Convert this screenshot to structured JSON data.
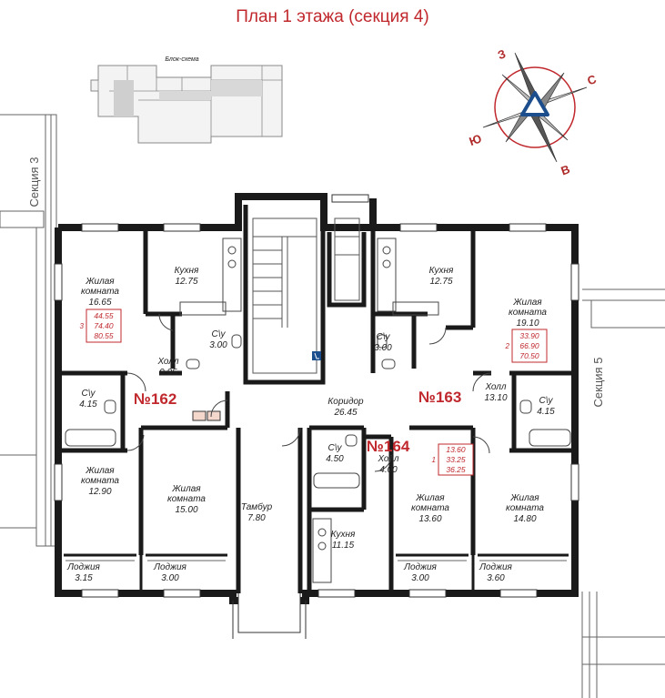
{
  "title": "План 1 этажа (секция 4)",
  "block_scheme": {
    "title": "Блок-схема"
  },
  "compass": {
    "n": "С",
    "s": "Ю",
    "w": "З",
    "e": "В"
  },
  "sections": {
    "left": "Секция 3",
    "right": "Секция 5"
  },
  "apartments": {
    "a162": {
      "number": "№162",
      "totals": [
        "44.55",
        "74.40",
        "80.55"
      ],
      "rooms_count": "3"
    },
    "a163": {
      "number": "№163",
      "totals": [
        "33.90",
        "66.90",
        "70.50"
      ],
      "rooms_count": "2"
    },
    "a164": {
      "number": "№164",
      "totals": [
        "13.60",
        "33.25",
        "36.25"
      ],
      "rooms_count": "1"
    }
  },
  "rooms": {
    "r162_living1": {
      "name": "Жилая комната",
      "area": "16.65"
    },
    "r162_kitchen": {
      "name": "Кухня",
      "area": "12.75"
    },
    "r162_wc": {
      "name": "С\\у",
      "area": "3.00"
    },
    "r162_hall": {
      "name": "Холл",
      "area": "9.95"
    },
    "r162_wc2": {
      "name": "С\\у",
      "area": "4.15"
    },
    "r162_living2": {
      "name": "Жилая комната",
      "area": "12.90"
    },
    "r162_living3": {
      "name": "Жилая комната",
      "area": "15.00"
    },
    "r162_log1": {
      "name": "Лоджия",
      "area": "3.15"
    },
    "r162_log2": {
      "name": "Лоджия",
      "area": "3.00"
    },
    "corridor": {
      "name": "Коридор",
      "area": "26.45"
    },
    "tambur": {
      "name": "Тамбур",
      "area": "7.80"
    },
    "r164_wc": {
      "name": "С\\у",
      "area": "4.50"
    },
    "r164_hall": {
      "name": "Холл",
      "area": "4.00"
    },
    "r164_kitchen": {
      "name": "Кухня",
      "area": "11.15"
    },
    "r164_living": {
      "name": "Жилая комната",
      "area": "13.60"
    },
    "r164_log": {
      "name": "Лоджия",
      "area": "3.00"
    },
    "r163_kitchen": {
      "name": "Кухня",
      "area": "12.75"
    },
    "r163_wc": {
      "name": "С\\у",
      "area": "3.00"
    },
    "r163_living1": {
      "name": "Жилая комната",
      "area": "19.10"
    },
    "r163_hall": {
      "name": "Холл",
      "area": "13.10"
    },
    "r163_wc2": {
      "name": "С\\у",
      "area": "4.15"
    },
    "r163_living2": {
      "name": "Жилая комната",
      "area": "14.80"
    },
    "r163_log": {
      "name": "Лоджия",
      "area": "3.60"
    }
  }
}
